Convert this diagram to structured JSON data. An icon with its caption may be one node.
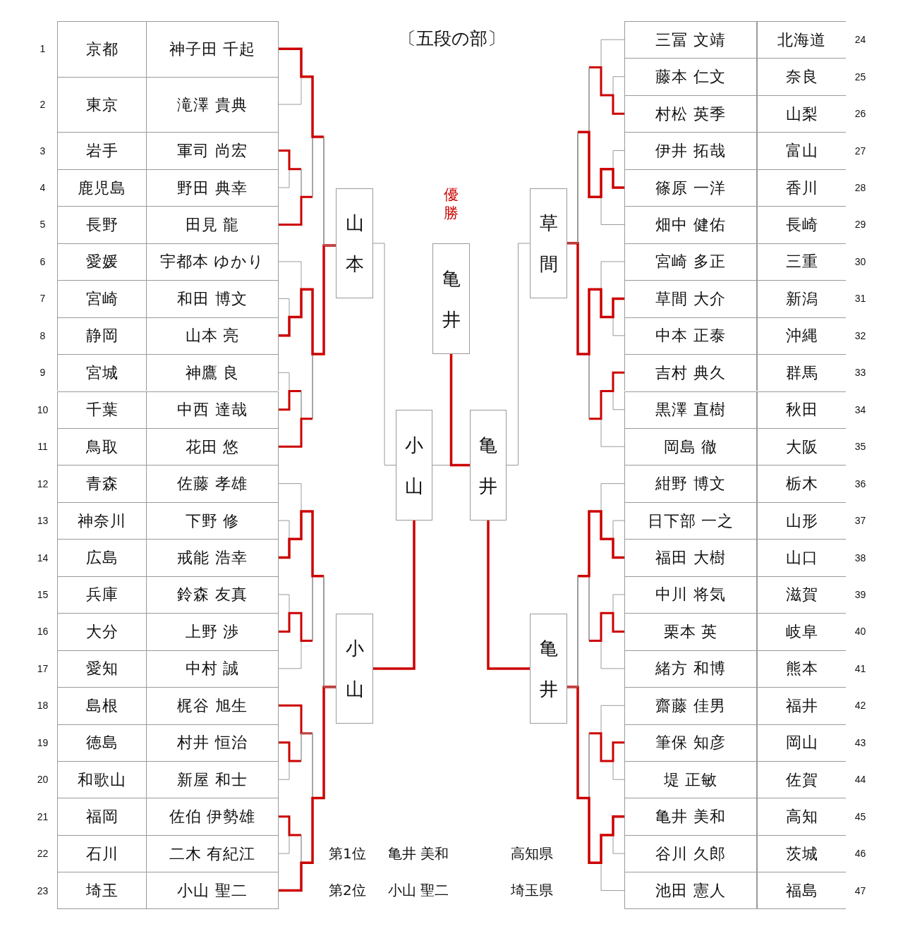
{
  "diagram": {
    "title": "〔五段の部〕",
    "nodes": [
      {
        "text": [
          "京都",
          "神子田 千起"
        ],
        "beside": [
          "1"
        ]
      },
      {
        "text": [
          "東京",
          "滝澤 貴典"
        ],
        "beside": [
          "2"
        ]
      },
      {
        "text": [
          "岩手",
          "軍司 尚宏"
        ],
        "beside": [
          "3"
        ]
      },
      {
        "text": [
          "鹿児島",
          "野田 典幸"
        ],
        "beside": [
          "4"
        ]
      },
      {
        "text": [
          "長野",
          "田見 龍"
        ],
        "beside": [
          "5"
        ]
      },
      {
        "text": [
          "愛媛",
          "宇都本 ゆかり"
        ],
        "beside": [
          "6"
        ]
      },
      {
        "text": [
          "宮崎",
          "和田 博文"
        ],
        "beside": [
          "7"
        ]
      },
      {
        "text": [
          "静岡",
          "山本 亮"
        ],
        "beside": [
          "8"
        ]
      },
      {
        "text": [
          "宮城",
          "神鷹 良"
        ],
        "beside": [
          "9"
        ]
      },
      {
        "text": [
          "千葉",
          "中西 達哉"
        ],
        "beside": [
          "10"
        ]
      },
      {
        "text": [
          "鳥取",
          "花田 悠"
        ],
        "beside": [
          "11"
        ]
      },
      {
        "text": [
          "青森",
          "佐藤 孝雄"
        ],
        "beside": [
          "12"
        ]
      },
      {
        "text": [
          "神奈川",
          "下野 修"
        ],
        "beside": [
          "13"
        ]
      },
      {
        "text": [
          "広島",
          "戒能 浩幸"
        ],
        "beside": [
          "14"
        ]
      },
      {
        "text": [
          "兵庫",
          "鈴森 友真"
        ],
        "beside": [
          "15"
        ]
      },
      {
        "text": [
          "大分",
          "上野 渉"
        ],
        "beside": [
          "16"
        ]
      },
      {
        "text": [
          "愛知",
          "中村 誠"
        ],
        "beside": [
          "17"
        ]
      },
      {
        "text": [
          "島根",
          "梶谷 旭生"
        ],
        "beside": [
          "18"
        ]
      },
      {
        "text": [
          "徳島",
          "村井 恒治"
        ],
        "beside": [
          "19"
        ]
      },
      {
        "text": [
          "和歌山",
          "新屋 和士"
        ],
        "beside": [
          "20"
        ]
      },
      {
        "text": [
          "福岡",
          "佐伯 伊勢雄"
        ],
        "beside": [
          "21"
        ]
      },
      {
        "text": [
          "石川",
          "二木 有紀江"
        ],
        "beside": [
          "22"
        ]
      },
      {
        "text": [
          "埼玉",
          "小山 聖二"
        ],
        "beside": [
          "23"
        ]
      },
      {
        "text": [
          "三冨 文靖",
          "北海道"
        ],
        "beside": [
          "24"
        ]
      },
      {
        "text": [
          "藤本 仁文",
          "奈良"
        ],
        "beside": [
          "25"
        ]
      },
      {
        "text": [
          "村松 英季",
          "山梨"
        ],
        "beside": [
          "26"
        ]
      },
      {
        "text": [
          "伊井 拓哉",
          "富山"
        ],
        "beside": [
          "27"
        ]
      },
      {
        "text": [
          "篠原 一洋",
          "香川"
        ],
        "beside": [
          "28"
        ]
      },
      {
        "text": [
          "畑中 健佑",
          "長崎"
        ],
        "beside": [
          "29"
        ]
      },
      {
        "text": [
          "宮崎 多正",
          "三重"
        ],
        "beside": [
          "30"
        ]
      },
      {
        "text": [
          "草間 大介",
          "新潟"
        ],
        "beside": [
          "31"
        ]
      },
      {
        "text": [
          "中本 正泰",
          "沖縄"
        ],
        "beside": [
          "32"
        ]
      },
      {
        "text": [
          "吉村 典久",
          "群馬"
        ],
        "beside": [
          "33"
        ]
      },
      {
        "text": [
          "黒澤 直樹",
          "秋田"
        ],
        "beside": [
          "34"
        ]
      },
      {
        "text": [
          "岡島 徹",
          "大阪"
        ],
        "beside": [
          "35"
        ]
      },
      {
        "text": [
          "紺野 博文",
          "栃木"
        ],
        "beside": [
          "36"
        ]
      },
      {
        "text": [
          "日下部 一之",
          "山形"
        ],
        "beside": [
          "37"
        ]
      },
      {
        "text": [
          "福田 大樹",
          "山口"
        ],
        "beside": [
          "38"
        ]
      },
      {
        "text": [
          "中川 将気",
          "滋賀"
        ],
        "beside": [
          "39"
        ]
      },
      {
        "text": [
          "栗本 英",
          "岐阜"
        ],
        "beside": [
          "40"
        ]
      },
      {
        "text": [
          "緒方 和博",
          "熊本"
        ],
        "beside": [
          "41"
        ]
      },
      {
        "text": [
          "齋藤 佳男",
          "福井"
        ],
        "beside": [
          "42"
        ]
      },
      {
        "text": [
          "筆保 知彦",
          "岡山"
        ],
        "beside": [
          "43"
        ]
      },
      {
        "text": [
          "堤 正敏",
          "佐賀"
        ],
        "beside": [
          "44"
        ]
      },
      {
        "text": [
          "亀井 美和",
          "高知"
        ],
        "beside": [
          "45"
        ]
      },
      {
        "text": [
          "谷川 久郎",
          "茨城"
        ],
        "beside": [
          "46"
        ]
      },
      {
        "text": [
          "池田 憲人",
          "福島"
        ],
        "beside": [
          "47"
        ]
      },
      {
        "text": [
          "山本"
        ]
      },
      {
        "text": [
          "小山"
        ]
      },
      {
        "text": [
          "草間"
        ]
      },
      {
        "text": [
          "亀井"
        ]
      },
      {
        "text": [
          "小山"
        ]
      },
      {
        "text": [
          "亀井"
        ]
      },
      {
        "text": [
          "亀井"
        ],
        "beside": [
          "優勝"
        ]
      }
    ],
    "edges": [
      {
        "from": 0,
        "to": 47,
        "arrow": "none",
        "style": "thick",
        "color": "#cc0000"
      },
      {
        "from": 1,
        "to": 47,
        "arrow": "none"
      },
      {
        "from": 2,
        "to": 47,
        "arrow": "none"
      },
      {
        "from": 3,
        "to": 47,
        "arrow": "none"
      },
      {
        "from": 4,
        "to": 47,
        "arrow": "none"
      },
      {
        "from": 5,
        "to": 47,
        "arrow": "none"
      },
      {
        "from": 6,
        "to": 47,
        "arrow": "none"
      },
      {
        "from": 7,
        "to": 47,
        "arrow": "none",
        "style": "thick",
        "color": "#cc0000"
      },
      {
        "from": 8,
        "to": 47,
        "arrow": "none"
      },
      {
        "from": 9,
        "to": 47,
        "arrow": "none"
      },
      {
        "from": 10,
        "to": 47,
        "arrow": "none"
      },
      {
        "from": 11,
        "to": 48,
        "arrow": "none"
      },
      {
        "from": 12,
        "to": 48,
        "arrow": "none"
      },
      {
        "from": 13,
        "to": 48,
        "arrow": "none",
        "style": "thick",
        "color": "#cc0000"
      },
      {
        "from": 14,
        "to": 48,
        "arrow": "none"
      },
      {
        "from": 15,
        "to": 48,
        "arrow": "none"
      },
      {
        "from": 16,
        "to": 48,
        "arrow": "none"
      },
      {
        "from": 17,
        "to": 48,
        "arrow": "none"
      },
      {
        "from": 18,
        "to": 48,
        "arrow": "none"
      },
      {
        "from": 19,
        "to": 48,
        "arrow": "none"
      },
      {
        "from": 20,
        "to": 48,
        "arrow": "none"
      },
      {
        "from": 21,
        "to": 48,
        "arrow": "none"
      },
      {
        "from": 22,
        "to": 48,
        "arrow": "none",
        "style": "thick",
        "color": "#cc0000"
      },
      {
        "from": 23,
        "to": 49,
        "arrow": "none"
      },
      {
        "from": 24,
        "to": 49,
        "arrow": "none"
      },
      {
        "from": 25,
        "to": 49,
        "arrow": "none"
      },
      {
        "from": 26,
        "to": 49,
        "arrow": "none"
      },
      {
        "from": 27,
        "to": 49,
        "arrow": "none",
        "style": "thick",
        "color": "#cc0000"
      },
      {
        "from": 28,
        "to": 49,
        "arrow": "none"
      },
      {
        "from": 29,
        "to": 49,
        "arrow": "none"
      },
      {
        "from": 30,
        "to": 49,
        "arrow": "none",
        "style": "thick",
        "color": "#cc0000"
      },
      {
        "from": 31,
        "to": 49,
        "arrow": "none"
      },
      {
        "from": 32,
        "to": 49,
        "arrow": "none"
      },
      {
        "from": 33,
        "to": 49,
        "arrow": "none"
      },
      {
        "from": 34,
        "to": 49,
        "arrow": "none"
      },
      {
        "from": 35,
        "to": 50,
        "arrow": "none"
      },
      {
        "from": 36,
        "to": 50,
        "arrow": "none"
      },
      {
        "from": 37,
        "to": 50,
        "arrow": "none",
        "style": "thick",
        "color": "#cc0000"
      },
      {
        "from": 38,
        "to": 50,
        "arrow": "none"
      },
      {
        "from": 39,
        "to": 50,
        "arrow": "none"
      },
      {
        "from": 40,
        "to": 50,
        "arrow": "none"
      },
      {
        "from": 41,
        "to": 50,
        "arrow": "none"
      },
      {
        "from": 42,
        "to": 50,
        "arrow": "none"
      },
      {
        "from": 43,
        "to": 50,
        "arrow": "none"
      },
      {
        "from": 44,
        "to": 50,
        "arrow": "none",
        "style": "thick",
        "color": "#cc0000"
      },
      {
        "from": 45,
        "to": 50,
        "arrow": "none"
      },
      {
        "from": 46,
        "to": 50,
        "arrow": "none"
      },
      {
        "from": 47,
        "to": 51,
        "arrow": "none"
      },
      {
        "from": 48,
        "to": 51,
        "arrow": "none",
        "style": "thick",
        "color": "#cc0000"
      },
      {
        "from": 49,
        "to": 52,
        "arrow": "none"
      },
      {
        "from": 50,
        "to": 52,
        "arrow": "none",
        "style": "thick",
        "color": "#cc0000"
      },
      {
        "from": 51,
        "to": 53,
        "arrow": "none"
      },
      {
        "from": 52,
        "to": 53,
        "arrow": "none",
        "style": "thick",
        "color": "#cc0000"
      }
    ],
    "labels": [
      "第1位",
      "亀井 美和",
      "高知県",
      "第2位",
      "小山 聖二",
      "埼玉県"
    ]
  }
}
